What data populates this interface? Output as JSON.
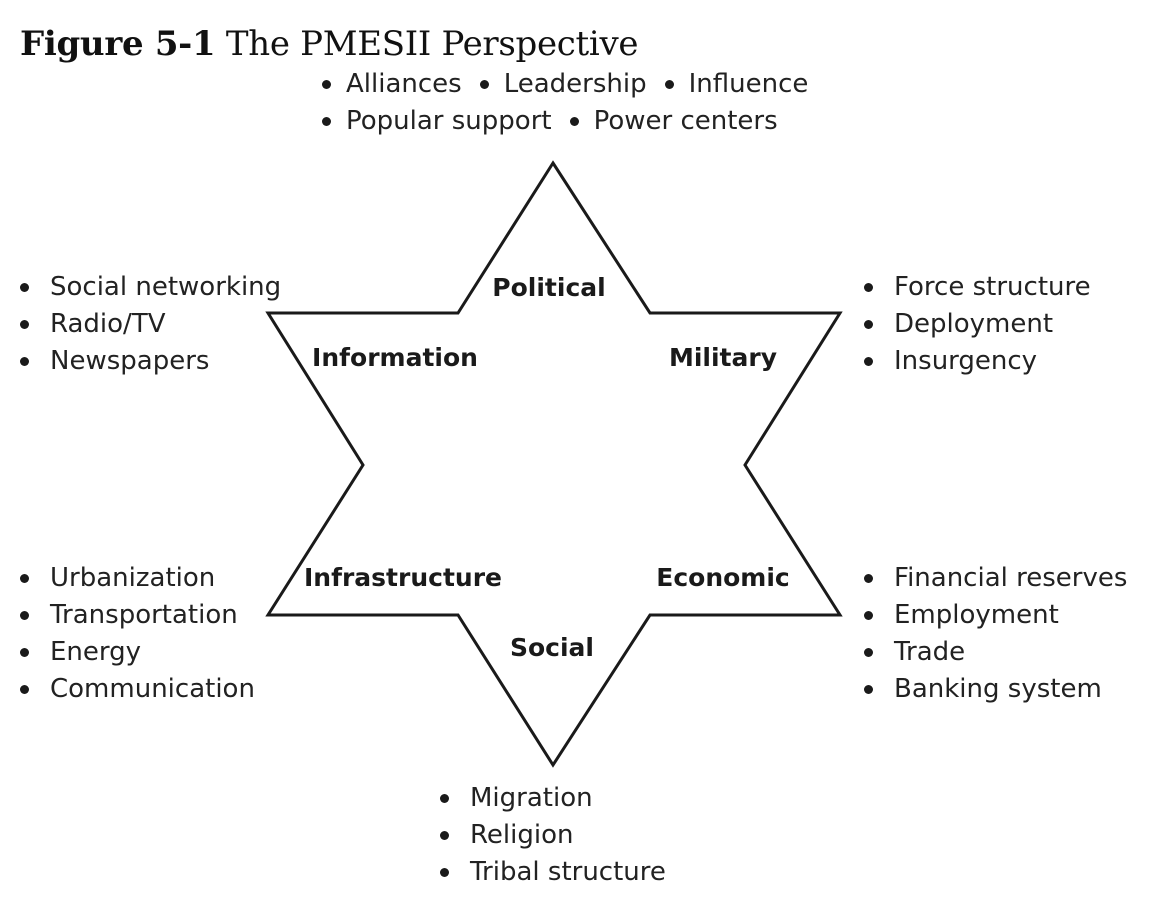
{
  "title": {
    "figure_number": "Figure 5-1",
    "text": "The PMESII Perspective"
  },
  "dimensions": {
    "political": "Political",
    "military": "Military",
    "economic": "Economic",
    "social": "Social",
    "infrastructure": "Infrastructure",
    "information": "Information"
  },
  "factors": {
    "political": {
      "row1": [
        "Alliances",
        "Leadership",
        "Influence"
      ],
      "row2": [
        "Popular support",
        "Power centers"
      ]
    },
    "information": [
      "Social networking",
      "Radio/TV",
      "Newspapers"
    ],
    "military": [
      "Force structure",
      "Deployment",
      "Insurgency"
    ],
    "infrastructure": [
      "Urbanization",
      "Transportation",
      "Energy",
      "Communication"
    ],
    "economic": [
      "Financial reserves",
      "Employment",
      "Trade",
      "Banking system"
    ],
    "social": [
      "Migration",
      "Religion",
      "Tribal structure"
    ]
  }
}
